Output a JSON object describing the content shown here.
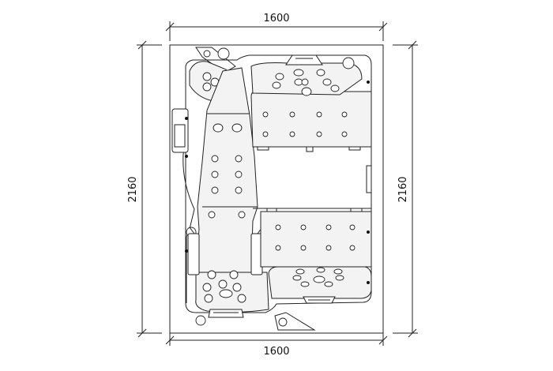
{
  "dimensions": {
    "top_width": "1600",
    "bottom_width": "1600",
    "left_height": "2160",
    "right_height": "2160"
  },
  "colors": {
    "line": "#222222",
    "seat_fill": "#f3f3f3",
    "background": "#ffffff"
  }
}
